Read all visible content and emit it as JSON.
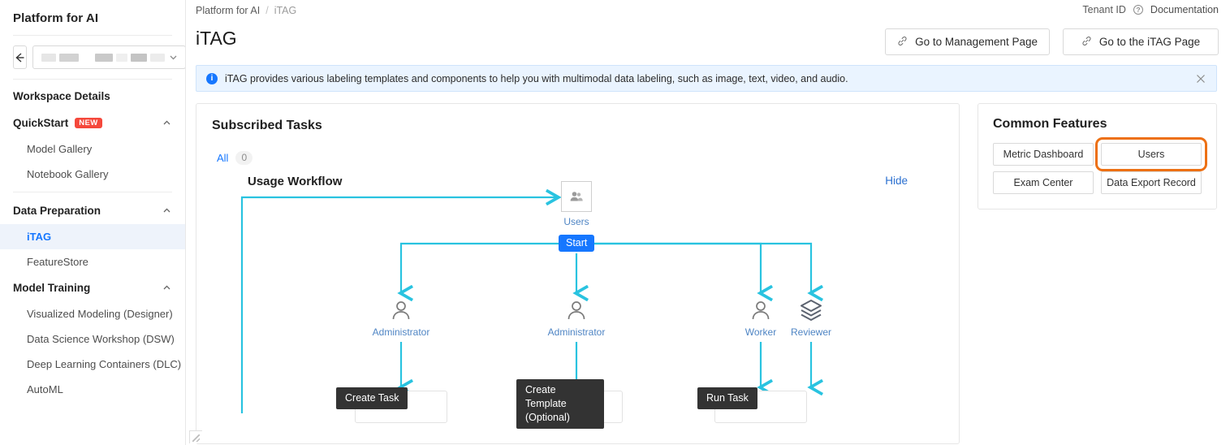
{
  "sidebar": {
    "title": "Platform for AI",
    "back_icon": "arrow-left-icon",
    "workspace_selector": {
      "value": "",
      "chevron": "chevron-down-icon"
    },
    "workspace_details_label": "Workspace Details",
    "groups": [
      {
        "label": "QuickStart",
        "badge": "NEW",
        "caret": "chevron-up-icon",
        "items": [
          {
            "label": "Model Gallery",
            "active": false
          },
          {
            "label": "Notebook Gallery",
            "active": false
          }
        ]
      },
      {
        "label": "Data Preparation",
        "badge": "",
        "caret": "chevron-up-icon",
        "items": [
          {
            "label": "iTAG",
            "active": true
          },
          {
            "label": "FeatureStore",
            "active": false
          }
        ]
      },
      {
        "label": "Model Training",
        "badge": "",
        "caret": "chevron-up-icon",
        "items": [
          {
            "label": "Visualized Modeling (Designer)",
            "active": false
          },
          {
            "label": "Data Science Workshop (DSW)",
            "active": false
          },
          {
            "label": "Deep Learning Containers (DLC)",
            "active": false
          },
          {
            "label": "AutoML",
            "active": false
          }
        ]
      }
    ]
  },
  "header": {
    "breadcrumb": {
      "root": "Platform for AI",
      "separator": "/",
      "current": "iTAG"
    },
    "tenant_id_label": "Tenant ID",
    "tenant_help_icon": "question-circle-icon",
    "documentation_label": "Documentation",
    "page_title": "iTAG",
    "buttons": [
      {
        "label": "Go to Management Page",
        "icon": "link-icon"
      },
      {
        "label": "Go to the iTAG Page",
        "icon": "link-icon"
      }
    ]
  },
  "banner": {
    "icon": "info-circle-icon",
    "text": "iTAG provides various labeling templates and components to help you with multimodal data labeling, such as image, text, video, and audio.",
    "close_icon": "close-icon"
  },
  "tasks": {
    "title": "Subscribed Tasks",
    "tab_label": "All",
    "tab_count": "0"
  },
  "workflow": {
    "title": "Usage Workflow",
    "hide_label": "Hide",
    "start_label": "Start",
    "users_node": {
      "label": "Users",
      "icon": "users-group-icon"
    },
    "roles": [
      {
        "label": "Administrator",
        "icon": "user-icon"
      },
      {
        "label": "Administrator",
        "icon": "user-icon"
      },
      {
        "label": "Worker",
        "icon": "user-icon"
      },
      {
        "label": "Reviewer",
        "icon": "layers-icon"
      }
    ],
    "tooltips": [
      {
        "label": "Create Task"
      },
      {
        "label": "Create Template (Optional)"
      },
      {
        "label": "Run Task"
      }
    ]
  },
  "common_features": {
    "title": "Common Features",
    "buttons": [
      {
        "label": "Metric Dashboard",
        "highlighted": false
      },
      {
        "label": "Users",
        "highlighted": true
      },
      {
        "label": "Exam Center",
        "highlighted": false
      },
      {
        "label": "Data Export Record",
        "highlighted": false
      }
    ],
    "highlight_color": "#ed7014"
  },
  "colors": {
    "accent_blue": "#1677ff",
    "flow_cyan": "#29c3e0",
    "link_blue": "#4f85c4",
    "tooltip_bg": "#333333",
    "badge_red": "#f5483b"
  }
}
